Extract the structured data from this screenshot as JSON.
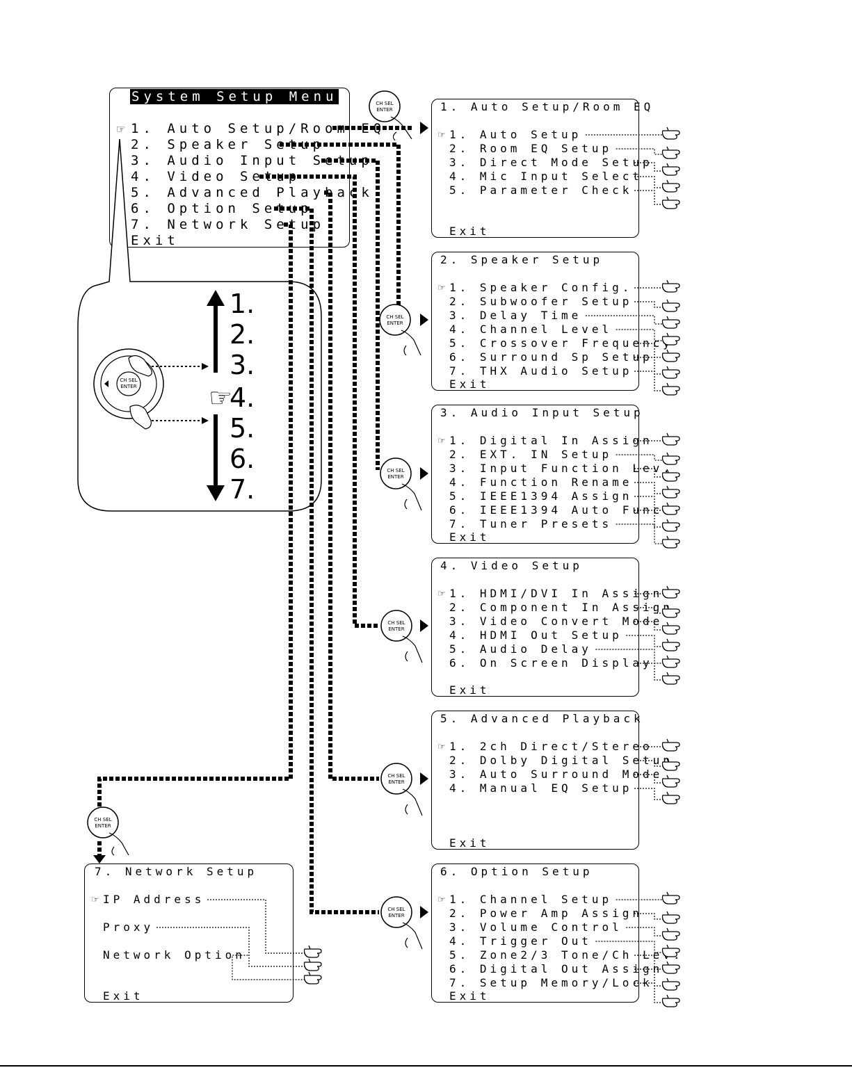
{
  "main_menu": {
    "title": "System Setup Menu",
    "items": [
      "1. Auto Setup/Room EQ",
      "2. Speaker Setup",
      "3. Audio Input Setup",
      "4. Video Setup",
      "5. Advanced Playback",
      "6. Option Setup",
      "7. Network Setup",
      "Exit"
    ]
  },
  "button": {
    "line1": "CH SEL",
    "line2": "ENTER"
  },
  "pointer_icon": "hand-pointer-icon",
  "inset": {
    "numbers": [
      "1.",
      "2.",
      "3.",
      "4.",
      "5.",
      "6.",
      "7."
    ]
  },
  "menus": {
    "auto_setup": {
      "title": "1. Auto Setup/Room EQ",
      "items": [
        "1. Auto Setup",
        "2. Room EQ Setup",
        "3. Direct Mode Setup",
        "4. Mic Input Select",
        "5. Parameter Check"
      ],
      "exit": "Exit"
    },
    "speaker": {
      "title": "2. Speaker Setup",
      "items": [
        "1. Speaker Config.",
        "2. Subwoofer Setup",
        "3. Delay Time",
        "4. Channel Level",
        "5. Crossover Frequency",
        "6. Surround Sp Setup",
        "7. THX Audio Setup"
      ],
      "exit": "Exit"
    },
    "audio_input": {
      "title": "3. Audio Input Setup",
      "items": [
        "1. Digital In Assign",
        "2. EXT. IN Setup",
        "3. Input Function Lev.",
        "4. Function Rename",
        "5. IEEE1394 Assign",
        "6. IEEE1394 Auto Func.",
        "7. Tuner Presets"
      ],
      "exit": "Exit"
    },
    "video": {
      "title": "4. Video Setup",
      "items": [
        "1. HDMI/DVI In Assign",
        "2. Component In Assign",
        "3. Video Convert Mode",
        "4. HDMI Out Setup",
        "5. Audio Delay",
        "6. On Screen Display"
      ],
      "exit": "Exit"
    },
    "advanced": {
      "title": "5. Advanced Playback",
      "items": [
        "1. 2ch Direct/Stereo",
        "2. Dolby Digital Setup",
        "3. Auto Surround Mode",
        "4. Manual EQ Setup"
      ],
      "exit": "Exit"
    },
    "option": {
      "title": "6. Option Setup",
      "items": [
        "1. Channel Setup",
        "2. Power Amp Assign",
        "3. Volume Control",
        "4. Trigger Out",
        "5. Zone2/3 Tone/Ch Lev.",
        "6. Digital Out Assign",
        "7. Setup Memory/Lock"
      ],
      "exit": "Exit"
    },
    "network": {
      "title": "7. Network Setup",
      "items": [
        "IP Address",
        "Proxy",
        "Network Option"
      ],
      "exit": "Exit"
    }
  }
}
